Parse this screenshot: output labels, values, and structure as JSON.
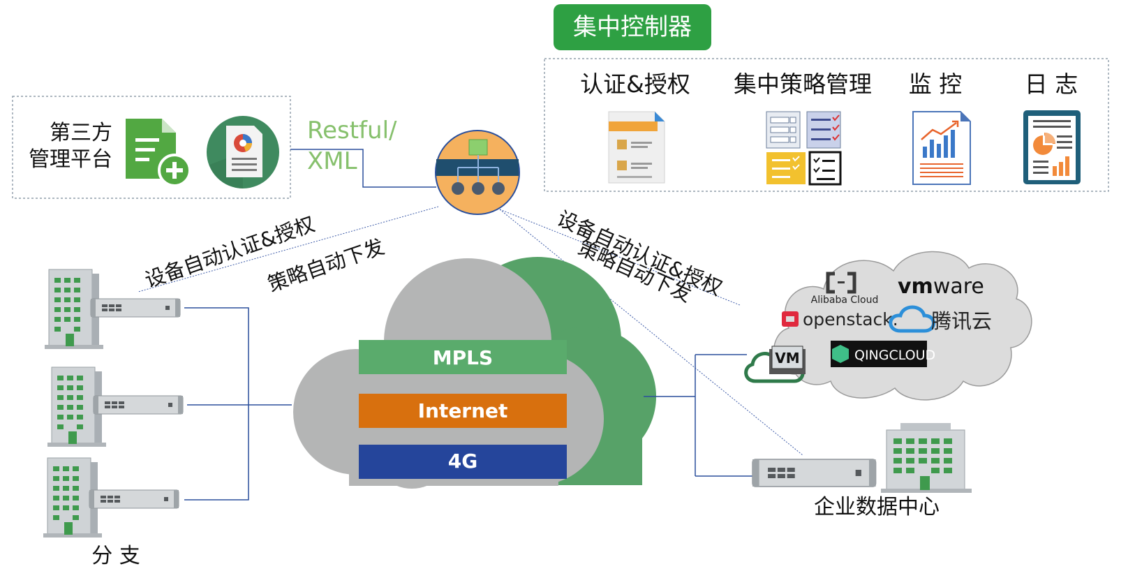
{
  "controller": {
    "title": "集中控制器",
    "modules": [
      {
        "label": "认证&授权",
        "icon": "auth-document-icon"
      },
      {
        "label": "集中策略管理",
        "icon": "policy-checklist-icon"
      },
      {
        "label": "监 控",
        "icon": "monitoring-chart-icon"
      },
      {
        "label": "日 志",
        "icon": "log-report-icon"
      }
    ]
  },
  "third_party": {
    "label_line1": "第三方",
    "label_line2": "管理平台",
    "icons": [
      "add-document-icon",
      "report-disc-icon"
    ]
  },
  "api": {
    "line1": "Restful/",
    "line2": "XML"
  },
  "links": {
    "left_line1": "设备自动认证&授权",
    "left_line2": "策略自动下发",
    "right_line1": "设备自动认证&授权",
    "right_line2": "策略自动下发"
  },
  "wan": {
    "bands": [
      {
        "label": "MPLS",
        "color": "#5aab6c"
      },
      {
        "label": "Internet",
        "color": "#d8700e"
      },
      {
        "label": "4G",
        "color": "#25459b"
      }
    ]
  },
  "cloud_providers": {
    "alibaba": "Alibaba Cloud",
    "vmware_vm": "vm",
    "vmware_ware": "ware",
    "openstack": "openstack.",
    "tencent": "腾讯云",
    "qingcloud": "QINGCLOUD",
    "vm_badge": "VM"
  },
  "branch_label": "分 支",
  "datacenter_label": "企业数据中心",
  "colors": {
    "green": "#2ea043",
    "line_blue": "#2a4f9c",
    "cloud_gray": "#b4b5b5",
    "cloud_green": "#57a268",
    "controller_orange": "#f5b15e"
  }
}
